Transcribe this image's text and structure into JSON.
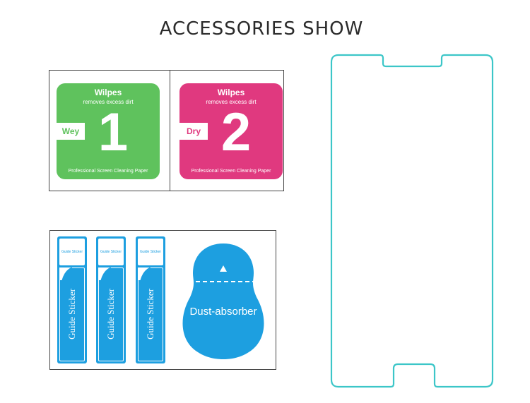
{
  "title": "ACCESSORIES SHOW",
  "wipes": [
    {
      "title": "Wilpes",
      "subtitle": "removes excess dirt",
      "tab": "Wey",
      "number": "1",
      "footer": "Professional Screen Cleaning Paper",
      "color": "#5fc25d"
    },
    {
      "title": "Wilpes",
      "subtitle": "removes excess dirt",
      "tab": "Dry",
      "number": "2",
      "footer": "Professional Screen Cleaning Paper",
      "color": "#e0397f"
    }
  ],
  "stickers": [
    {
      "head_label": "Guide Sticker",
      "label": "Guide Sticker"
    },
    {
      "head_label": "Guide Sticker",
      "label": "Guide Sticker"
    },
    {
      "head_label": "Guide Sticker",
      "label": "Guide Sticker"
    }
  ],
  "dust_absorber": {
    "label": "Dust-absorber",
    "color": "#1d9fe0"
  },
  "protector_outline_color": "#3cc6c8",
  "icons": {
    "sticker_fold": "curl-corner-icon",
    "dust_arrow": "triangle-up-icon"
  }
}
